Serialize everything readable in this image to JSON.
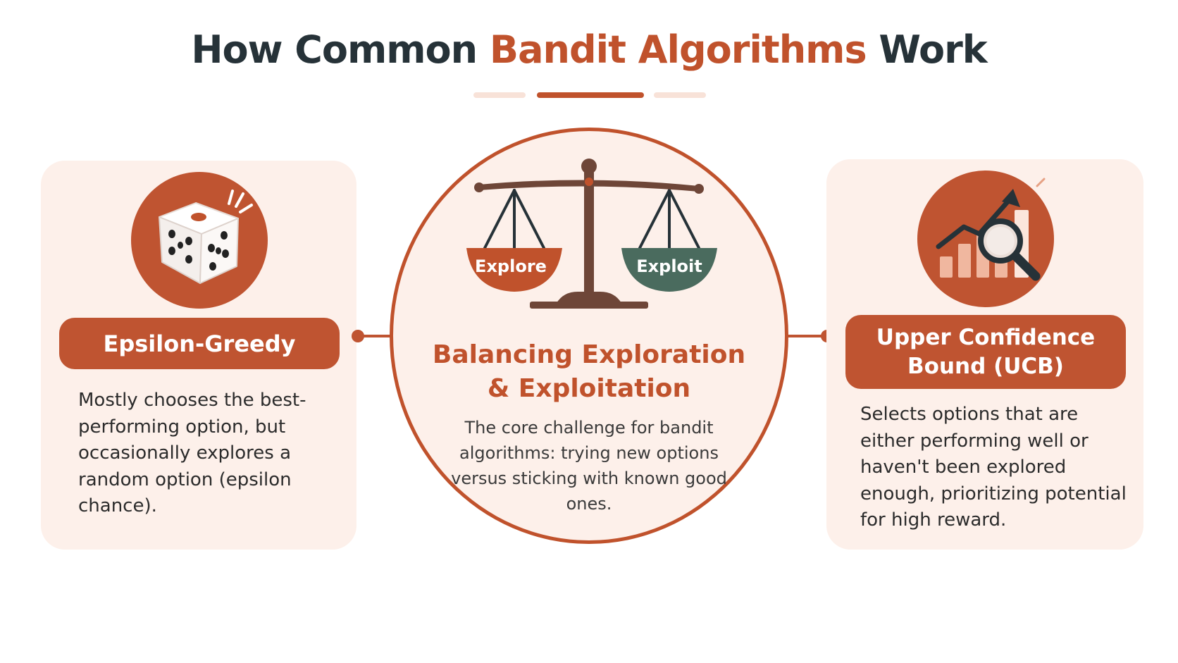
{
  "title": {
    "part1": "How Common ",
    "accent": "Bandit Algorithms",
    "part2": " Work"
  },
  "colors": {
    "accent": "#c0522c",
    "card_background": "#fdf0ea",
    "title_dark": "#263238",
    "exploit_green": "#4a6b5e",
    "scale_brown": "#6e4638"
  },
  "left_card": {
    "icon": "dice-icon",
    "title": "Epsilon-Greedy",
    "description": "Mostly chooses the best-performing option, but occasionally explores a random option (epsilon chance)."
  },
  "center": {
    "icon": "balance-scale-icon",
    "explore_label": "Explore",
    "exploit_label": "Exploit",
    "title_line1": "Balancing Exploration",
    "title_line2": "& Exploitation",
    "description": "The core challenge for bandit algorithms: trying new options versus sticking with known good ones."
  },
  "right_card": {
    "icon": "chart-magnifier-icon",
    "title_line1": "Upper Confidence",
    "title_line2": "Bound (UCB)",
    "description": "Selects options that are either performing well or haven't been explored enough, prioritizing potential for high reward."
  }
}
